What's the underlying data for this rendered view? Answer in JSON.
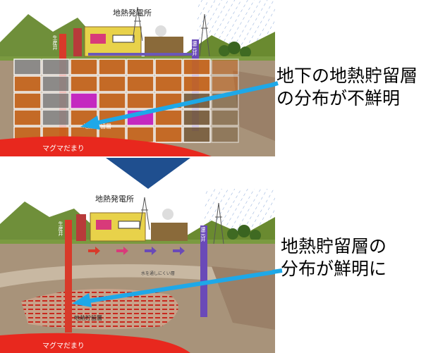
{
  "top_panel": {
    "plant_label": "地熱発電所",
    "production_well_label": "生産井",
    "reinjection_well_label": "還元井",
    "reservoir_label": "地熱貯留層",
    "magma_label": "マグマだまり"
  },
  "bottom_panel": {
    "plant_label": "地熱発電所",
    "production_well_label": "生産井",
    "reinjection_well_label": "還元井",
    "water_label": "水を通しにくい層",
    "reservoir_label": "地熱貯留層",
    "magma_label": "マグマだまり"
  },
  "callout_top": {
    "line1": "地下の地熱貯留層",
    "line2": "の分布が不鮮明"
  },
  "callout_bottom": {
    "line1": "地熱貯留層の",
    "line2": "分布が鮮明に"
  },
  "colors": {
    "arrow": "#1ea8e8",
    "transition_arrow": "#1f4f8f",
    "magma": "#e8281e",
    "grid_cell": "#c8661e",
    "grid_gray": "#8a8a8a",
    "grid_magenta": "#c81ec8",
    "production_well": "#d83a2a",
    "reinjection_well": "#6a4ab8",
    "ground": "#a8937a",
    "mountain": "#6f8f3a"
  }
}
